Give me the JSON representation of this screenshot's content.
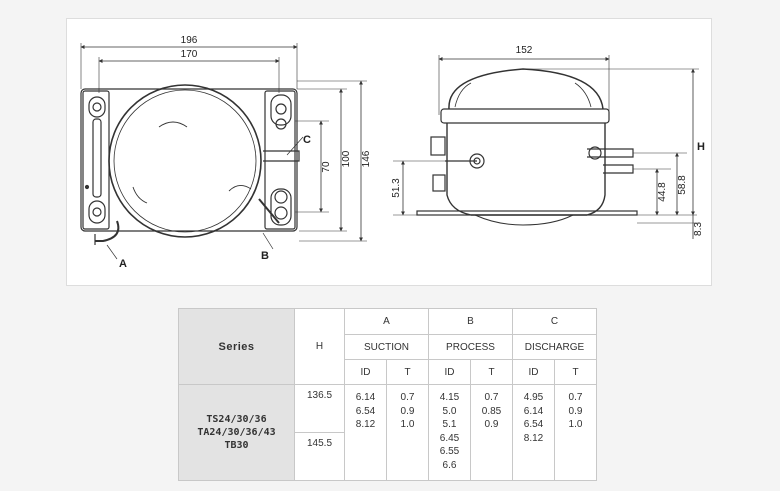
{
  "drawing": {
    "left_view": {
      "dims": {
        "width_outer": "196",
        "width_inner": "170",
        "h_70": "70",
        "h_100": "100",
        "h_146": "146"
      },
      "labels": {
        "a": "A",
        "b": "B",
        "c": "C"
      }
    },
    "right_view": {
      "dims": {
        "width": "152",
        "h_513": "51.3",
        "h_448": "44.8",
        "h_588": "58.8",
        "h_83": "8.3"
      },
      "labels": {
        "h": "H"
      }
    }
  },
  "table": {
    "series_header": "Series",
    "h_header": "H",
    "groups": [
      {
        "letter": "A",
        "name": "SUCTION"
      },
      {
        "letter": "B",
        "name": "PROCESS"
      },
      {
        "letter": "C",
        "name": "DISCHARGE"
      }
    ],
    "sub": {
      "id": "ID",
      "t": "T"
    },
    "series_names": [
      "TS24/30/36",
      "TA24/30/36/43",
      "TB30"
    ],
    "h_values": [
      "136.5",
      "145.5"
    ],
    "suction": {
      "id": [
        "6.14",
        "6.54",
        "8.12"
      ],
      "t": [
        "0.7",
        "0.9",
        "1.0"
      ]
    },
    "process": {
      "id": [
        "4.15",
        "5.0",
        "5.1",
        "6.45",
        "6.55",
        "6.6"
      ],
      "t": [
        "0.7",
        "0.85",
        "0.9"
      ]
    },
    "discharge": {
      "id": [
        "4.95",
        "6.14",
        "6.54",
        "8.12"
      ],
      "t": [
        "0.7",
        "0.9",
        "1.0"
      ]
    }
  }
}
